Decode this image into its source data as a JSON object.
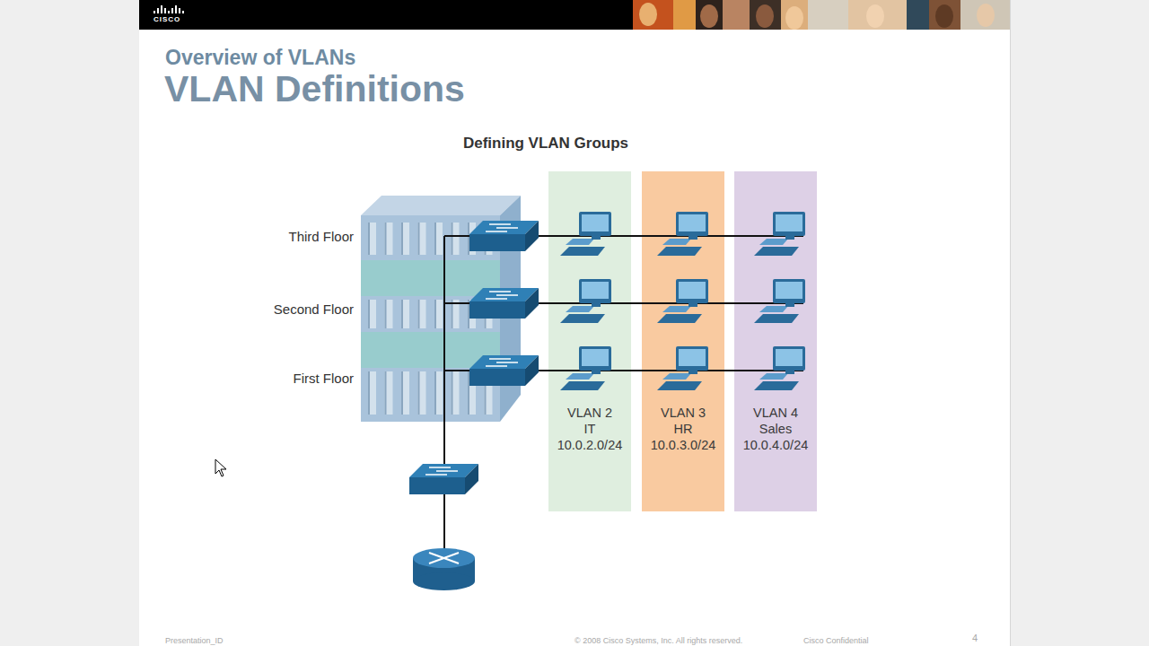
{
  "diagram": {
    "title": "VLAN Definitions",
    "nodes": [
      {
        "text": [
          "VLAN 2",
          "IT",
          "10.0.2.0/24"
        ]
      },
      {
        "text": [
          "VLAN 3",
          "HR",
          "10.0.3.0/24"
        ]
      },
      {
        "text": [
          "VLAN 4",
          "Sales",
          "10.0.4.0/24"
        ]
      }
    ],
    "labels": [
      "CISCO",
      "Overview of VLANs",
      "Defining VLAN Groups",
      "Third Floor",
      "Second Floor",
      "First Floor",
      "Presentation_ID",
      "© 2008 Cisco Systems, Inc. All rights reserved.",
      "Cisco Confidential",
      "4"
    ]
  }
}
